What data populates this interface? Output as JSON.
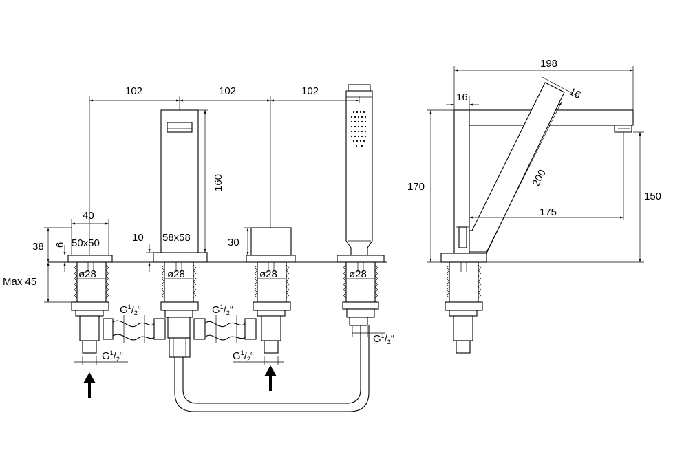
{
  "dims": {
    "spacing_1": "102",
    "spacing_2": "102",
    "spacing_3": "102",
    "spout_height": "160",
    "escutcheon_width": "40",
    "escutcheon_size": "50x50",
    "spout_size": "58x58",
    "plate_height": "10",
    "knob_height": "30",
    "deck_min": "38",
    "deck_plate": "6",
    "deck_max": "Max 45",
    "shank_dia": [
      "ø28",
      "ø28",
      "ø28",
      "ø28"
    ],
    "thread_g": "G",
    "thread_frac": "1",
    "thread_frac_den": "2",
    "thread_mark": "“",
    "side_total_width": "198",
    "side_tube": "16",
    "side_spout_dia": "16",
    "side_height": "170",
    "side_spout_reach": "175",
    "side_spout_length": "200",
    "side_spout_height": "150"
  }
}
